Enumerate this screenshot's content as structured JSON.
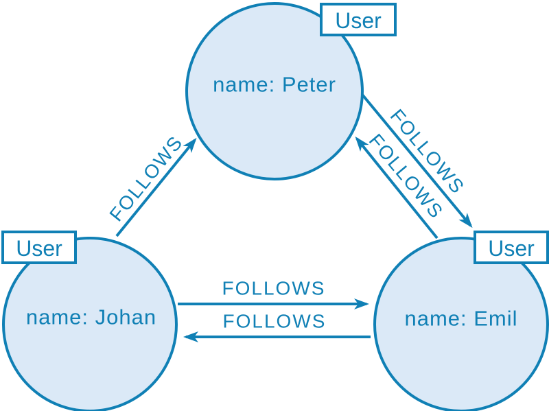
{
  "diagram": {
    "kind": "property-graph",
    "colors": {
      "accent": "#1080b5",
      "node_fill": "#dbe9f7",
      "label_box_fill": "#ffffff",
      "background": "#ffffff"
    },
    "nodes": [
      {
        "id": "peter",
        "label": "User",
        "property": "name: Peter"
      },
      {
        "id": "johan",
        "label": "User",
        "property": "name: Johan"
      },
      {
        "id": "emil",
        "label": "User",
        "property": "name: Emil"
      }
    ],
    "relationships": [
      {
        "from": "johan",
        "to": "peter",
        "type": "FOLLOWS"
      },
      {
        "from": "peter",
        "to": "emil",
        "type": "FOLLOWS"
      },
      {
        "from": "emil",
        "to": "peter",
        "type": "FOLLOWS"
      },
      {
        "from": "johan",
        "to": "emil",
        "type": "FOLLOWS"
      },
      {
        "from": "emil",
        "to": "johan",
        "type": "FOLLOWS"
      }
    ]
  }
}
